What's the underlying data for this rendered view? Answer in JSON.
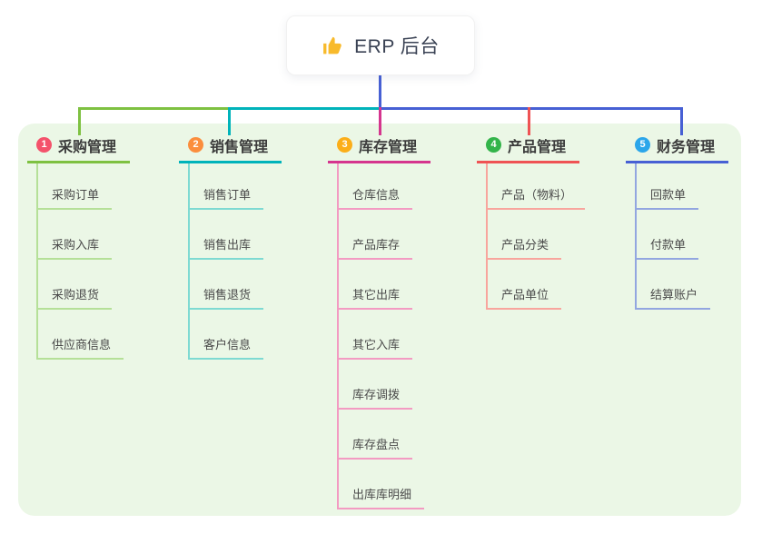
{
  "root": {
    "title": "ERP 后台",
    "icon": "thumbs-up-icon"
  },
  "colors": {
    "root_line": "#4760d4",
    "panel_bg": "#ebf7e6",
    "thumb": "#f8ba2c"
  },
  "branches": [
    {
      "index": "1",
      "title": "采购管理",
      "color": "#7ec141",
      "light_color": "#b5e098",
      "badge_color": "#f4526b",
      "children": [
        "采购订单",
        "采购入库",
        "采购退货",
        "供应商信息"
      ]
    },
    {
      "index": "2",
      "title": "销售管理",
      "color": "#00b3ba",
      "light_color": "#7edad2",
      "badge_color": "#fb8e3d",
      "children": [
        "销售订单",
        "销售出库",
        "销售退货",
        "客户信息"
      ]
    },
    {
      "index": "3",
      "title": "库存管理",
      "color": "#d5358e",
      "light_color": "#f39ac2",
      "badge_color": "#fbae19",
      "children": [
        "仓库信息",
        "产品库存",
        "其它出库",
        "其它入库",
        "库存调拨",
        "库存盘点",
        "出库库明细"
      ]
    },
    {
      "index": "4",
      "title": "产品管理",
      "color": "#ef5354",
      "light_color": "#f8a59d",
      "badge_color": "#33b44a",
      "children": [
        "产品（物料）",
        "产品分类",
        "产品单位"
      ]
    },
    {
      "index": "5",
      "title": "财务管理",
      "color": "#4760d4",
      "light_color": "#92a6e0",
      "badge_color": "#2ba6ea",
      "children": [
        "回款单",
        "付款单",
        "结算账户"
      ]
    }
  ]
}
